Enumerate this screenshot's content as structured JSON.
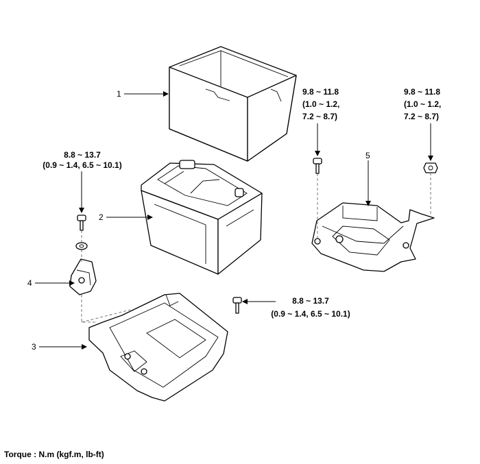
{
  "callouts": {
    "c1": "1",
    "c2": "2",
    "c3": "3",
    "c4": "4",
    "c5": "5"
  },
  "torque_specs": {
    "left_upper": {
      "line1": "8.8 ~ 13.7",
      "line2": "(0.9 ~ 1.4, 6.5 ~ 10.1)"
    },
    "center_lower": {
      "line1": "8.8 ~ 13.7",
      "line2": "(0.9 ~ 1.4, 6.5 ~ 10.1)"
    },
    "right_a": {
      "line1": "9.8 ~ 11.8",
      "line2": "(1.0 ~ 1.2,",
      "line3": "7.2 ~ 8.7)"
    },
    "right_b": {
      "line1": "9.8 ~ 11.8",
      "line2": "(1.0 ~ 1.2,",
      "line3": "7.2 ~ 8.7)"
    }
  },
  "footer": {
    "torque_note": "Torque : N.m (kgf.m, lb-ft)"
  }
}
